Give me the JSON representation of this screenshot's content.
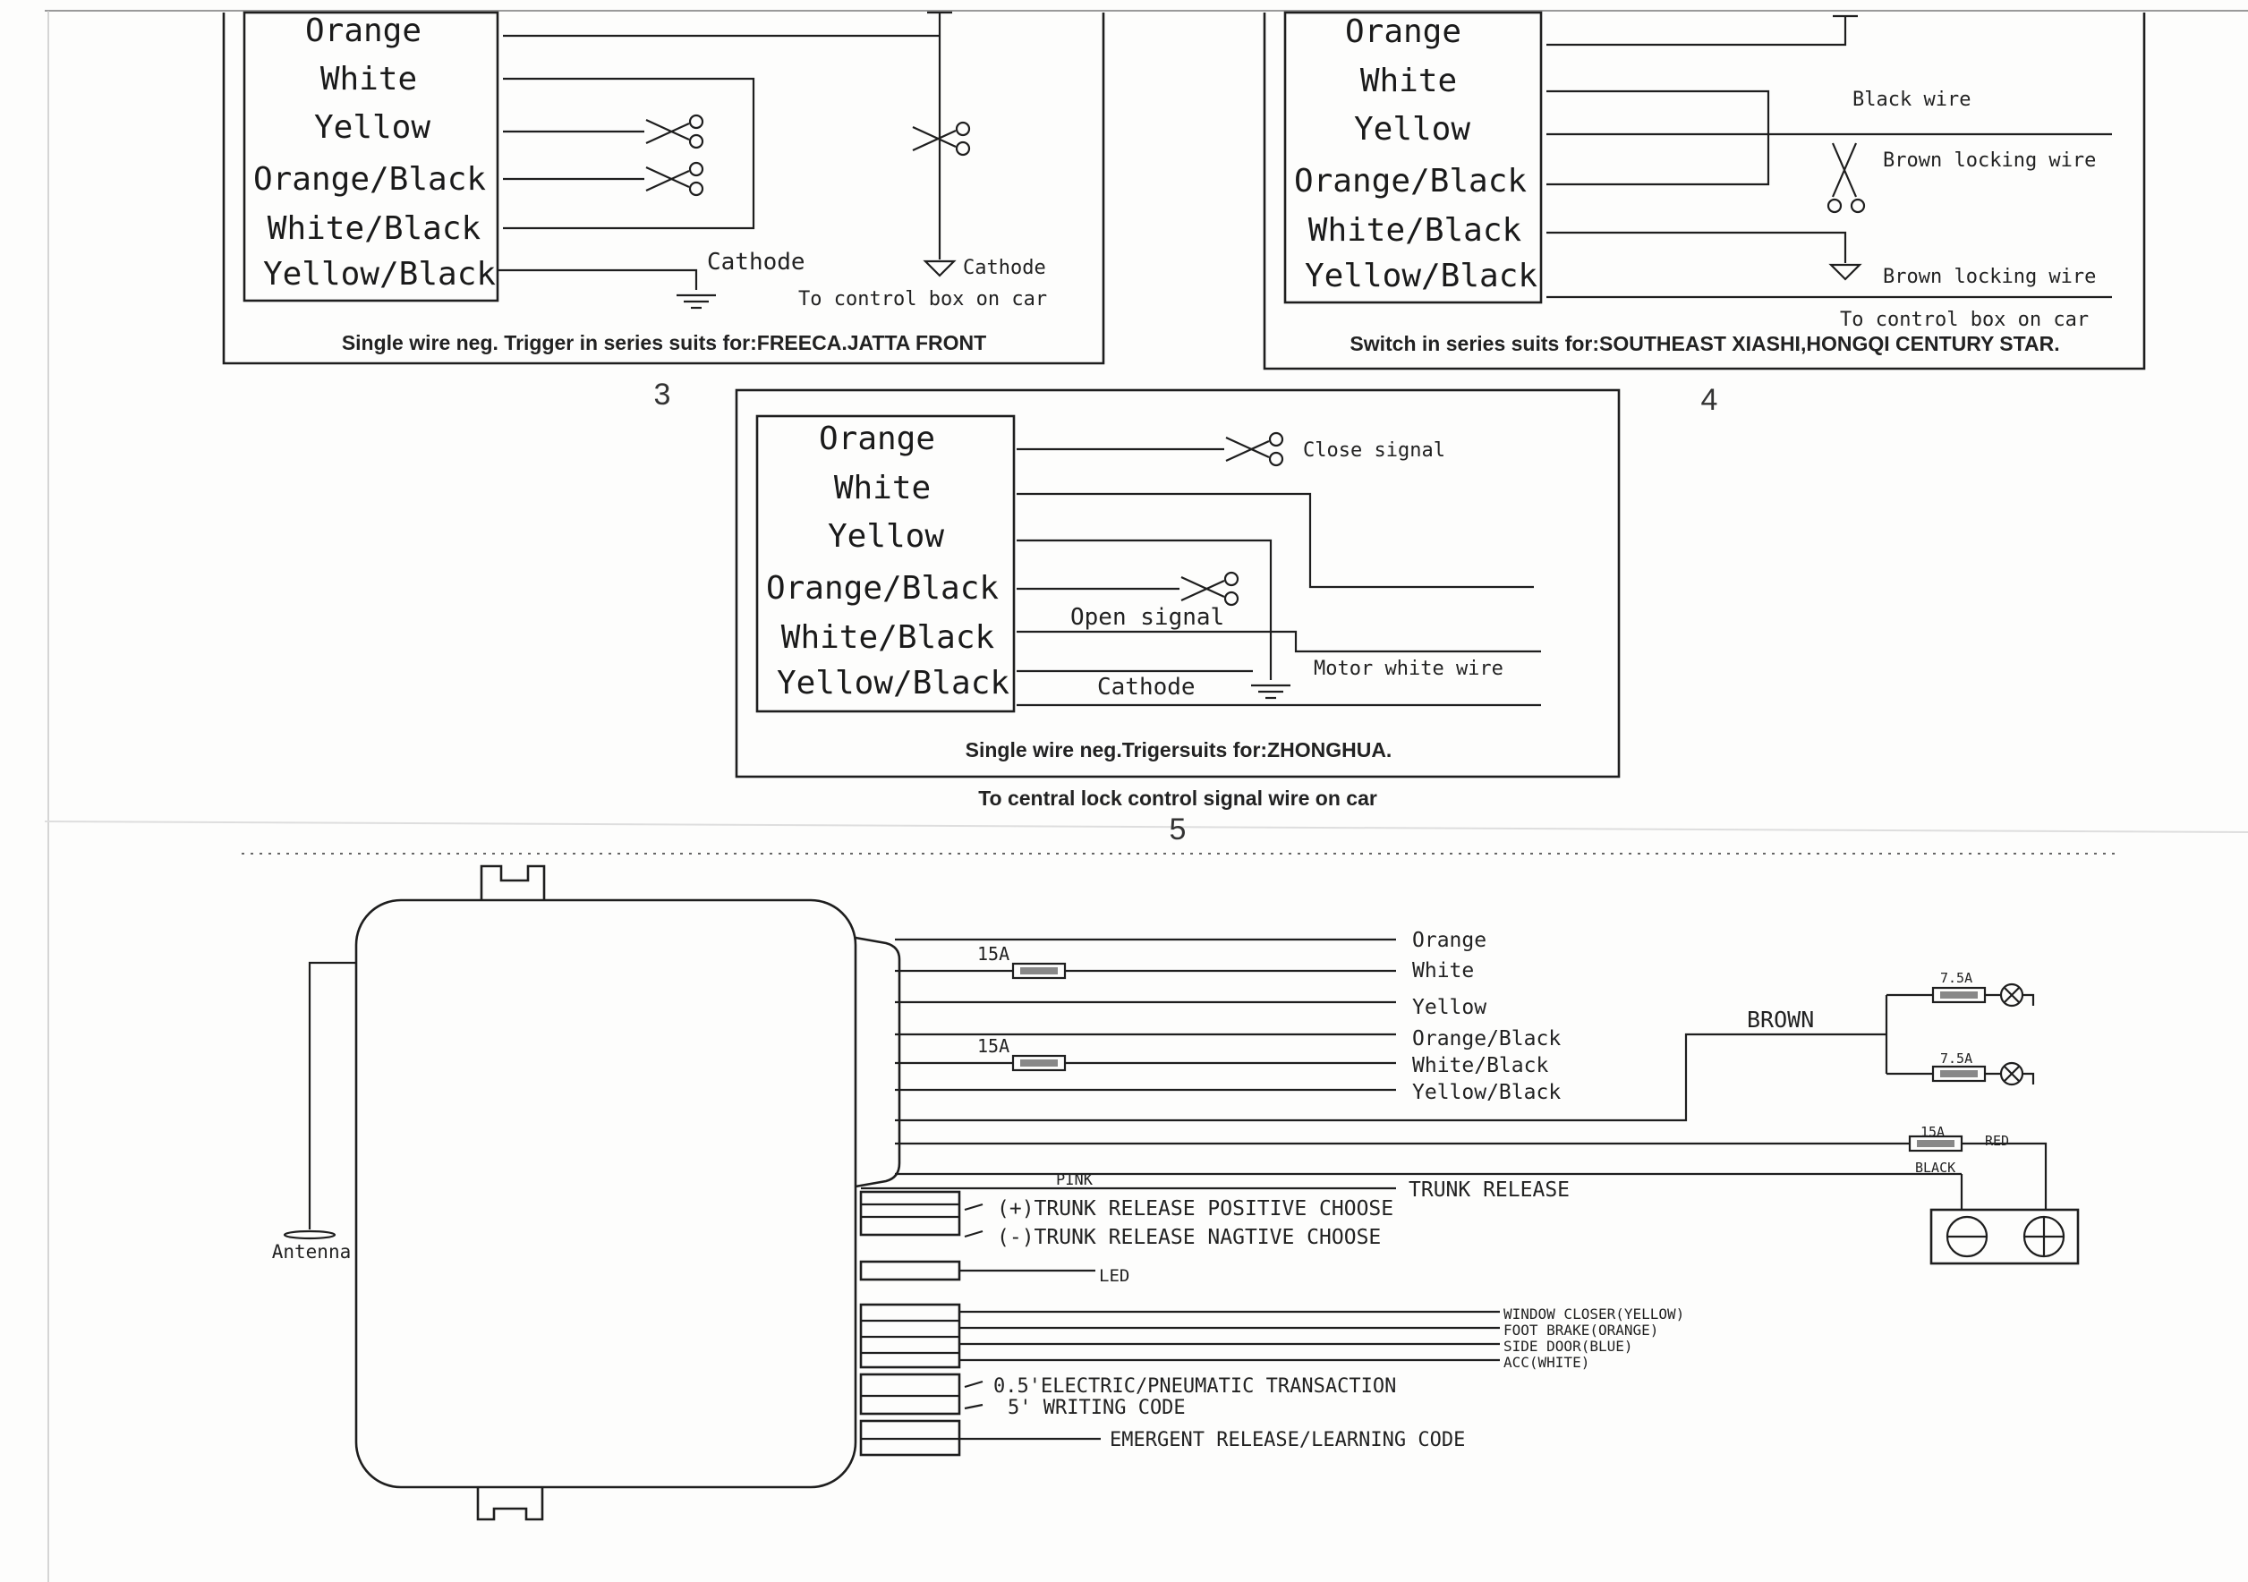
{
  "colors": {
    "ink": "#1e1e1e",
    "paper": "#fdfdfc"
  },
  "wire_names": [
    "Orange",
    "White",
    "Yellow",
    "Orange/Black",
    "White/Black",
    "Yellow/Black"
  ],
  "diagram3": {
    "cathode_label": "Cathode",
    "cathode_right": "Cathode",
    "control_box": "To control box on car",
    "caption": "Single wire neg. Trigger in series suits for:FREECA.JATTA FRONT",
    "number": "3"
  },
  "diagram4": {
    "black_wire": "Black wire",
    "brown_locking_1": "Brown locking wire",
    "brown_locking_2": "Brown locking wire",
    "control_box": "To control box on car",
    "caption": "Switch in series suits for:SOUTHEAST XIASHI,HONGQI CENTURY STAR.",
    "number": "4"
  },
  "diagram5": {
    "close_signal": "Close signal",
    "open_signal": "Open signal",
    "motor_white": "Motor white wire",
    "cathode": "Cathode",
    "caption": "Single wire neg.Trigersuits for:ZHONGHUA.",
    "central_lock": "To central lock control signal wire on car",
    "number": "5"
  },
  "main": {
    "antenna": "Antenna",
    "fuse_1": "15A",
    "fuse_2": "15A",
    "wires": [
      "Orange",
      "White",
      "Yellow",
      "Orange/Black",
      "White/Black",
      "Yellow/Black"
    ],
    "brown": "BROWN",
    "lamp_fuse_1": "7.5A",
    "lamp_fuse_2": "7.5A",
    "battery_fuse": "15A",
    "red": "RED",
    "black": "BLACK",
    "pink": "PINK",
    "trunk_release": "TRUNK RELEASE",
    "trunk_positive": "(+)TRUNK RELEASE POSITIVE CHOOSE",
    "trunk_negative": "(-)TRUNK RELEASE NAGTIVE CHOOSE",
    "led": "LED",
    "window_closer": "WINDOW CLOSER(YELLOW)",
    "foot_brake": "FOOT BRAKE(ORANGE)",
    "side_door": "SIDE DOOR(BLUE)",
    "acc": "ACC(WHITE)",
    "electric": "0.5'ELECTRIC/PNEUMATIC TRANSACTION",
    "writing_code": "5' WRITING CODE",
    "emergent": "EMERGENT RELEASE/LEARNING CODE"
  }
}
